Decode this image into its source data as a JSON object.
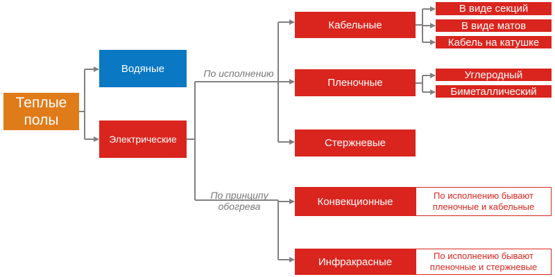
{
  "root": {
    "label_line1": "Теплые",
    "label_line2": "полы"
  },
  "level1": {
    "water": "Водяные",
    "electric": "Электрические"
  },
  "edge_labels": {
    "by_execution": "По исполнению",
    "by_principle_line1": "По принципу",
    "by_principle_line2": "обогрева"
  },
  "execution_types": {
    "cable": {
      "label": "Кабельные",
      "subtypes": [
        "В виде секций",
        "В виде матов",
        "Кабель на катушке"
      ]
    },
    "film": {
      "label": "Пленочные",
      "subtypes": [
        "Углеродный",
        "Биметаллический"
      ]
    },
    "rod": {
      "label": "Стержневые"
    }
  },
  "principle_types": {
    "convection": {
      "label": "Конвекционные",
      "note_line1": "По исполнению бывают",
      "note_line2": "пленочные и кабельные"
    },
    "infrared": {
      "label": "Инфракрасные",
      "note_line1": "По исполнению бывают",
      "note_line2": "пленочные и стержневые"
    }
  },
  "colors": {
    "root": "#e07b1a",
    "water": "#0a78c2",
    "electric": "#d9251e",
    "connector": "#808080"
  }
}
